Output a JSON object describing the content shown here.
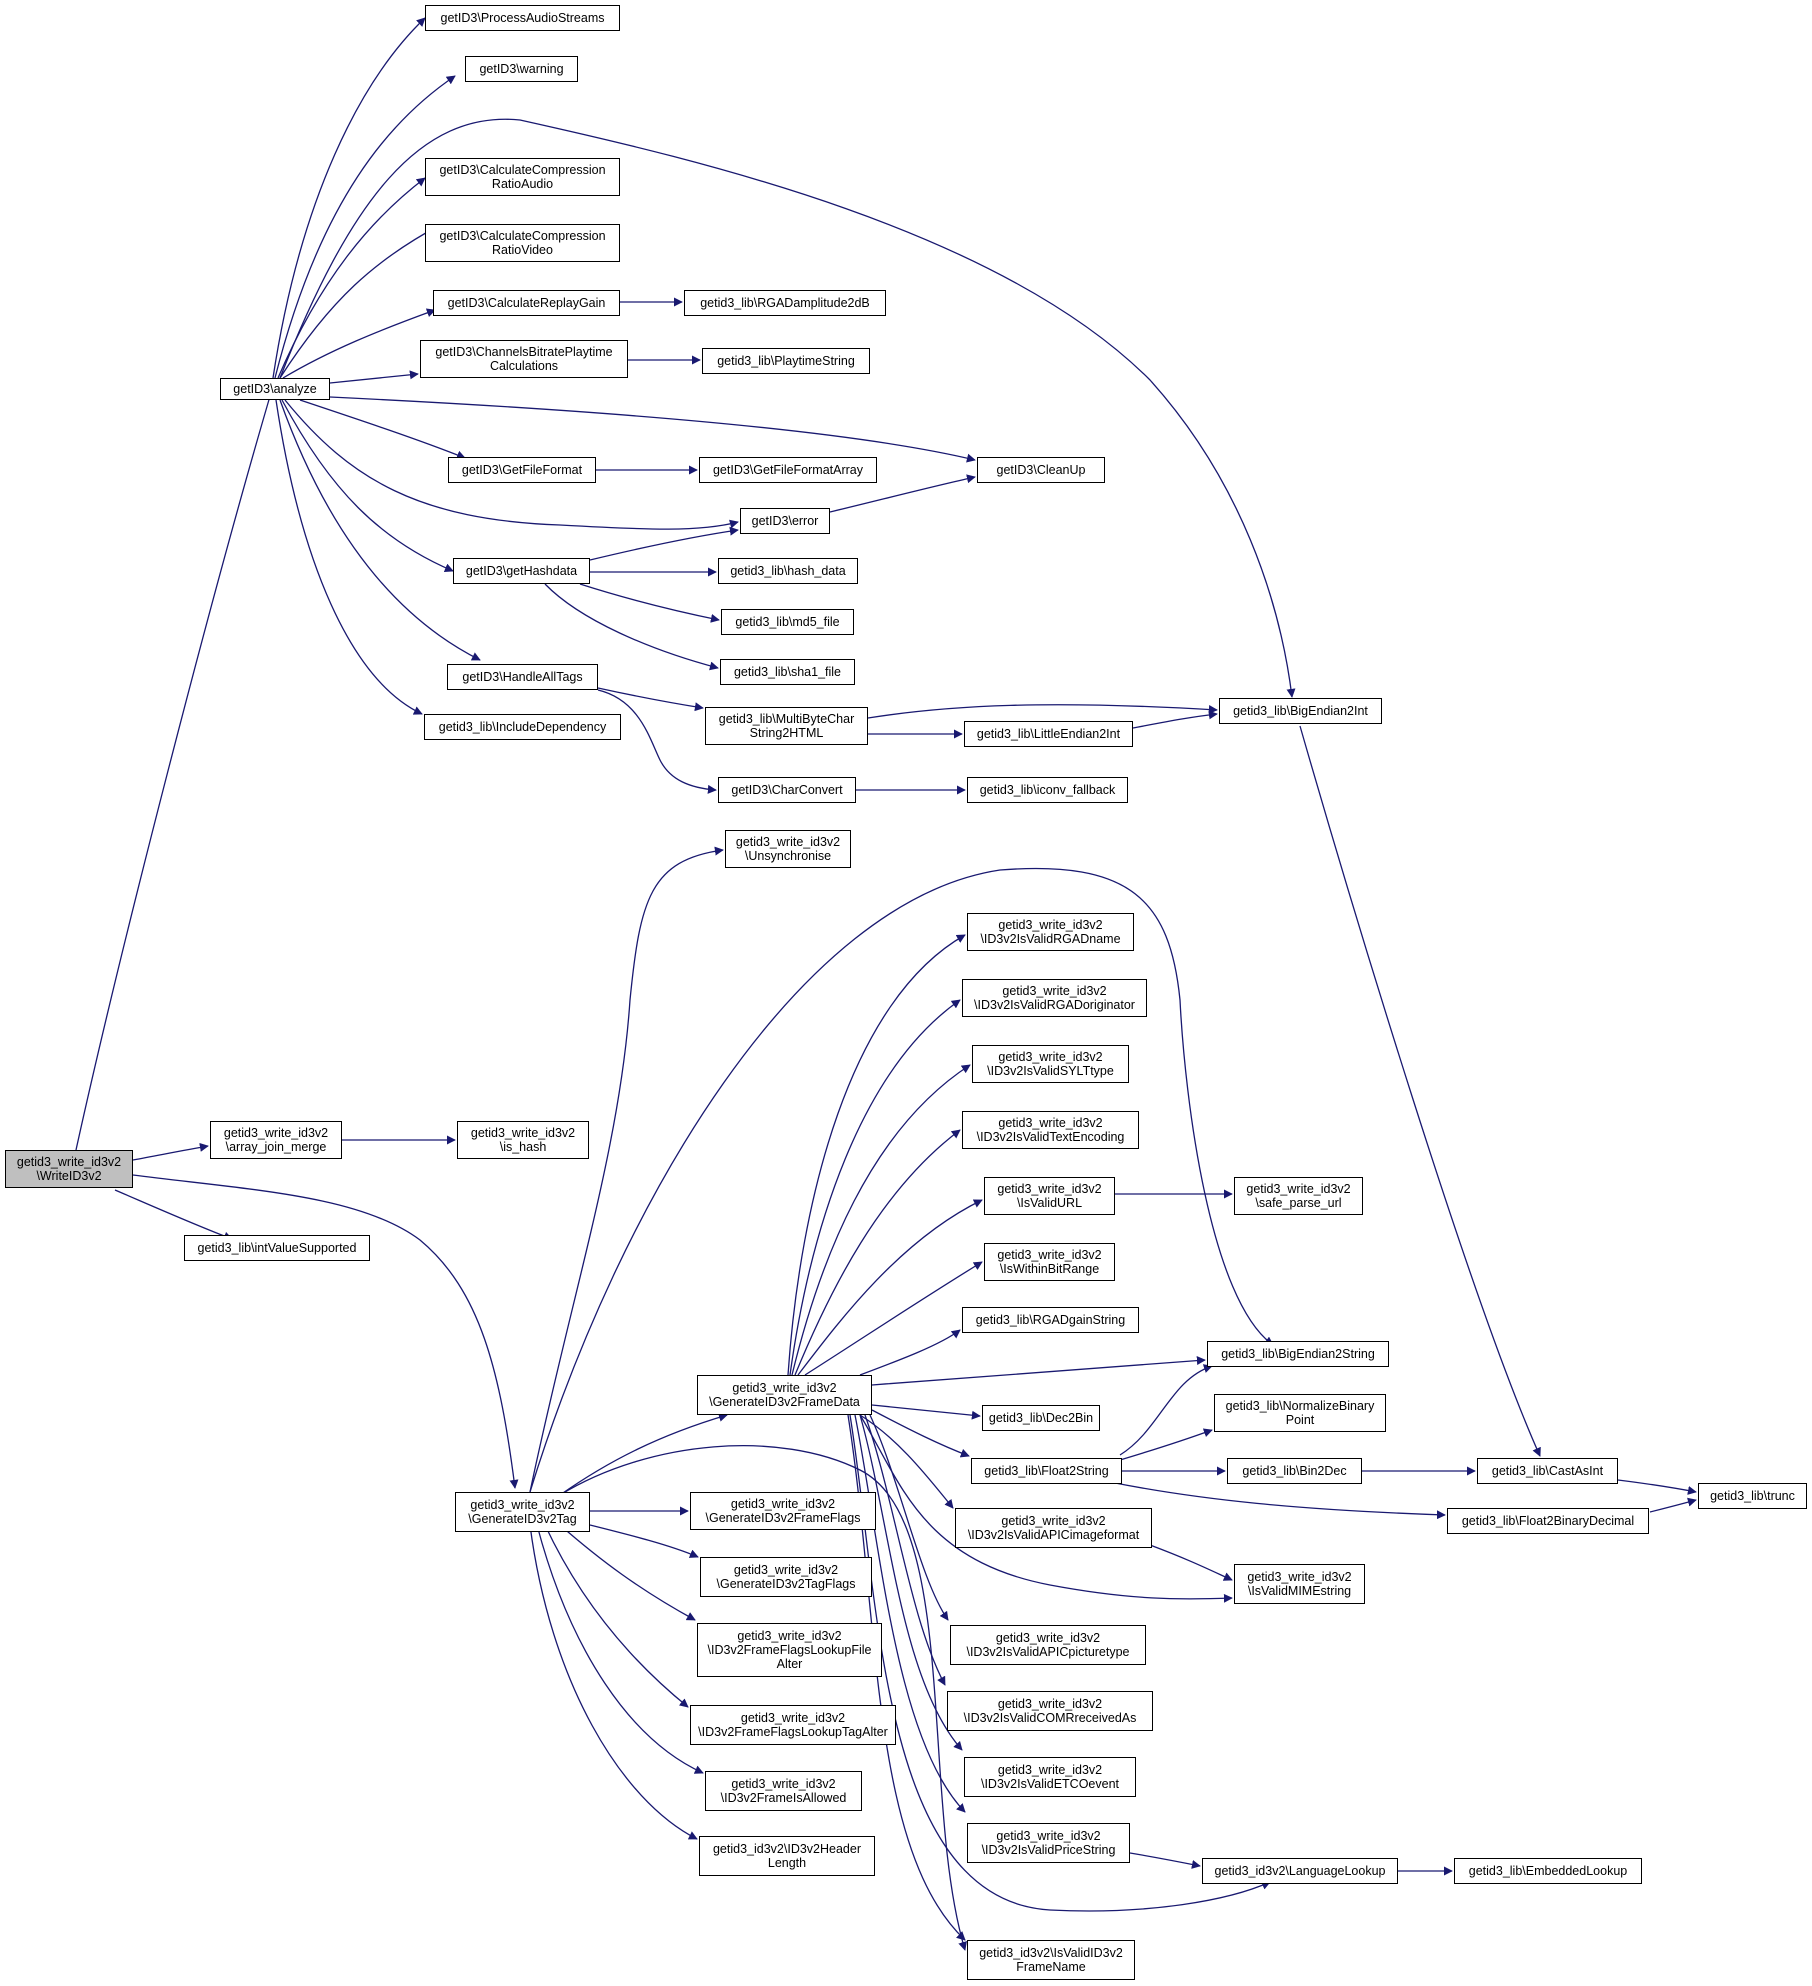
{
  "colors": {
    "edge": "#191970",
    "node_border": "#000000",
    "node_fill": "#ffffff",
    "root_fill": "#bfbfbf"
  },
  "nodes": {
    "writeid3v2": [
      "getid3_write_id3v2",
      "\\WriteID3v2"
    ],
    "analyze": [
      "getID3\\analyze"
    ],
    "processaudio": [
      "getID3\\ProcessAudioStreams"
    ],
    "warning": [
      "getID3\\warning"
    ],
    "calc_audio": [
      "getID3\\CalculateCompression",
      "RatioAudio"
    ],
    "calc_video": [
      "getID3\\CalculateCompression",
      "RatioVideo"
    ],
    "replaygain": [
      "getID3\\CalculateReplayGain"
    ],
    "rgad_amp": [
      "getid3_lib\\RGADamplitude2dB"
    ],
    "channels": [
      "getID3\\ChannelsBitratePlaytime",
      "Calculations"
    ],
    "playtimestring": [
      "getid3_lib\\PlaytimeString"
    ],
    "getfileformat": [
      "getID3\\GetFileFormat"
    ],
    "getfileformatarray": [
      "getID3\\GetFileFormatArray"
    ],
    "cleanup": [
      "getID3\\CleanUp"
    ],
    "error": [
      "getID3\\error"
    ],
    "gethashdata": [
      "getID3\\getHashdata"
    ],
    "hash_data": [
      "getid3_lib\\hash_data"
    ],
    "md5_file": [
      "getid3_lib\\md5_file"
    ],
    "sha1_file": [
      "getid3_lib\\sha1_file"
    ],
    "handlealltags": [
      "getID3\\HandleAllTags"
    ],
    "include_dep": [
      "getid3_lib\\IncludeDependency"
    ],
    "multibyte": [
      "getid3_lib\\MultiByteChar",
      "String2HTML"
    ],
    "bigendian2int": [
      "getid3_lib\\BigEndian2Int"
    ],
    "littleendian2int": [
      "getid3_lib\\LittleEndian2Int"
    ],
    "charconvert": [
      "getID3\\CharConvert"
    ],
    "iconv_fallback": [
      "getid3_lib\\iconv_fallback"
    ],
    "unsynchronise": [
      "getid3_write_id3v2",
      "\\Unsynchronise"
    ],
    "valid_rgadname": [
      "getid3_write_id3v2",
      "\\ID3v2IsValidRGADname"
    ],
    "valid_rgadorig": [
      "getid3_write_id3v2",
      "\\ID3v2IsValidRGADoriginator"
    ],
    "valid_syltt": [
      "getid3_write_id3v2",
      "\\ID3v2IsValidSYLTtype"
    ],
    "valid_textenc": [
      "getid3_write_id3v2",
      "\\ID3v2IsValidTextEncoding"
    ],
    "isvalidurl": [
      "getid3_write_id3v2",
      "\\IsValidURL"
    ],
    "safe_parse_url": [
      "getid3_write_id3v2",
      "\\safe_parse_url"
    ],
    "iswithinbitrange": [
      "getid3_write_id3v2",
      "\\IsWithinBitRange"
    ],
    "rgadgainstring": [
      "getid3_lib\\RGADgainString"
    ],
    "bigendian2string": [
      "getid3_lib\\BigEndian2String"
    ],
    "array_join_merge": [
      "getid3_write_id3v2",
      "\\array_join_merge"
    ],
    "is_hash": [
      "getid3_write_id3v2",
      "\\is_hash"
    ],
    "intvaluesupported": [
      "getid3_lib\\intValueSupported"
    ],
    "generateframedata": [
      "getid3_write_id3v2",
      "\\GenerateID3v2FrameData"
    ],
    "dec2bin": [
      "getid3_lib\\Dec2Bin"
    ],
    "normalizebinarypoint": [
      "getid3_lib\\NormalizeBinary",
      "Point"
    ],
    "float2string": [
      "getid3_lib\\Float2String"
    ],
    "bin2dec": [
      "getid3_lib\\Bin2Dec"
    ],
    "castasint": [
      "getid3_lib\\CastAsInt"
    ],
    "trunc": [
      "getid3_lib\\trunc"
    ],
    "float2binarydecimal": [
      "getid3_lib\\Float2BinaryDecimal"
    ],
    "generatetag": [
      "getid3_write_id3v2",
      "\\GenerateID3v2Tag"
    ],
    "generateframeflags": [
      "getid3_write_id3v2",
      "\\GenerateID3v2FrameFlags"
    ],
    "valid_apicimage": [
      "getid3_write_id3v2",
      "\\ID3v2IsValidAPICimageformat"
    ],
    "isvalidmime": [
      "getid3_write_id3v2",
      "\\IsValidMIMEstring"
    ],
    "generatetagflags": [
      "getid3_write_id3v2",
      "\\GenerateID3v2TagFlags"
    ],
    "flagslookupfile": [
      "getid3_write_id3v2",
      "\\ID3v2FrameFlagsLookupFile",
      "Alter"
    ],
    "valid_apicpic": [
      "getid3_write_id3v2",
      "\\ID3v2IsValidAPICpicturetype"
    ],
    "valid_comr": [
      "getid3_write_id3v2",
      "\\ID3v2IsValidCOMRreceivedAs"
    ],
    "flagslookuptag": [
      "getid3_write_id3v2",
      "\\ID3v2FrameFlagsLookupTagAlter"
    ],
    "valid_etco": [
      "getid3_write_id3v2",
      "\\ID3v2IsValidETCOevent"
    ],
    "frameisallowed": [
      "getid3_write_id3v2",
      "\\ID3v2FrameIsAllowed"
    ],
    "valid_price": [
      "getid3_write_id3v2",
      "\\ID3v2IsValidPriceString"
    ],
    "languagelookup": [
      "getid3_id3v2\\LanguageLookup"
    ],
    "embeddedlookup": [
      "getid3_lib\\EmbeddedLookup"
    ],
    "headerlength": [
      "getid3_id3v2\\ID3v2Header",
      "Length"
    ],
    "isvalidframename": [
      "getid3_id3v2\\IsValidID3v2",
      "FrameName"
    ]
  }
}
